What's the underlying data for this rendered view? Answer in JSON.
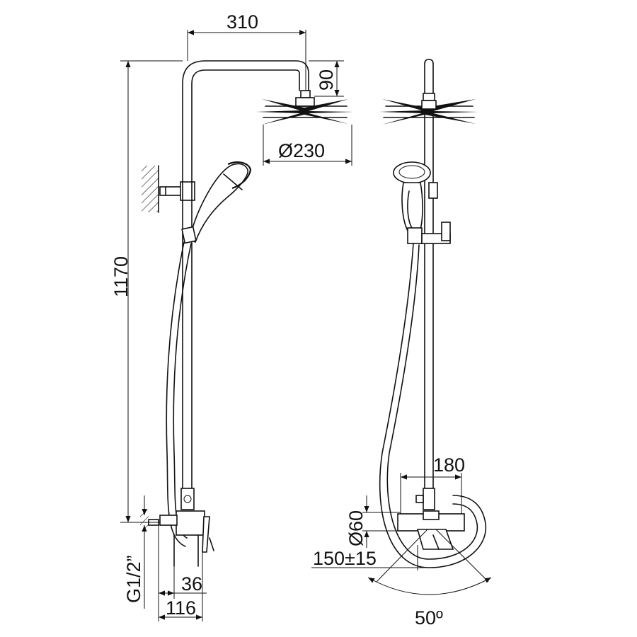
{
  "dimensions": {
    "arm_length": "310",
    "head_drop": "90",
    "head_diameter": "Ø230",
    "overall_height": "1170",
    "thread": "G1/2”",
    "wall_offset": "36",
    "projection": "116",
    "mixer_width": "180",
    "inlet_diameter": "Ø60",
    "inlet_centers": "150±15",
    "handle_angle": "50º"
  }
}
